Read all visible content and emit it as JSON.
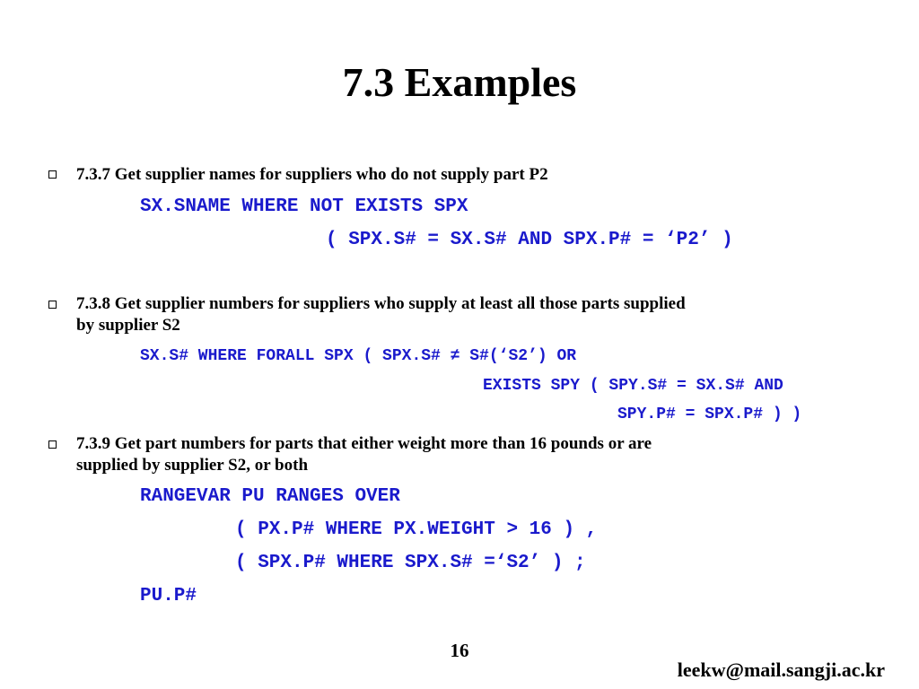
{
  "slide": {
    "title": "7.3 Examples",
    "page_number": "16",
    "email": "leekw@mail.sangji.ac.kr"
  },
  "examples": [
    {
      "lines": [
        "7.3.7 Get supplier names for suppliers who do not supply part P2"
      ],
      "code": [
        "SX.SNAME WHERE NOT EXISTS SPX",
        "( SPX.S# = SX.S# AND SPX.P# = ‘P2’ )"
      ]
    },
    {
      "lines": [
        "7.3.8 Get supplier numbers for suppliers who supply at least all those parts supplied",
        "by supplier S2"
      ],
      "code": [
        "SX.S# WHERE FORALL SPX ( SPX.S# ≠ S#(‘S2’) OR",
        "EXISTS SPY ( SPY.S# = SX.S# AND",
        "SPY.P# = SPX.P# ) )"
      ]
    },
    {
      "lines": [
        "7.3.9 Get part numbers for parts that either weight more than 16 pounds or are",
        "supplied by supplier S2, or both"
      ],
      "code": [
        "RANGEVAR PU RANGES OVER",
        "( PX.P# WHERE PX.WEIGHT > 16 ) ,",
        "( SPX.P# WHERE SPX.S# =‘S2’ ) ;",
        "PU.P#"
      ]
    }
  ]
}
